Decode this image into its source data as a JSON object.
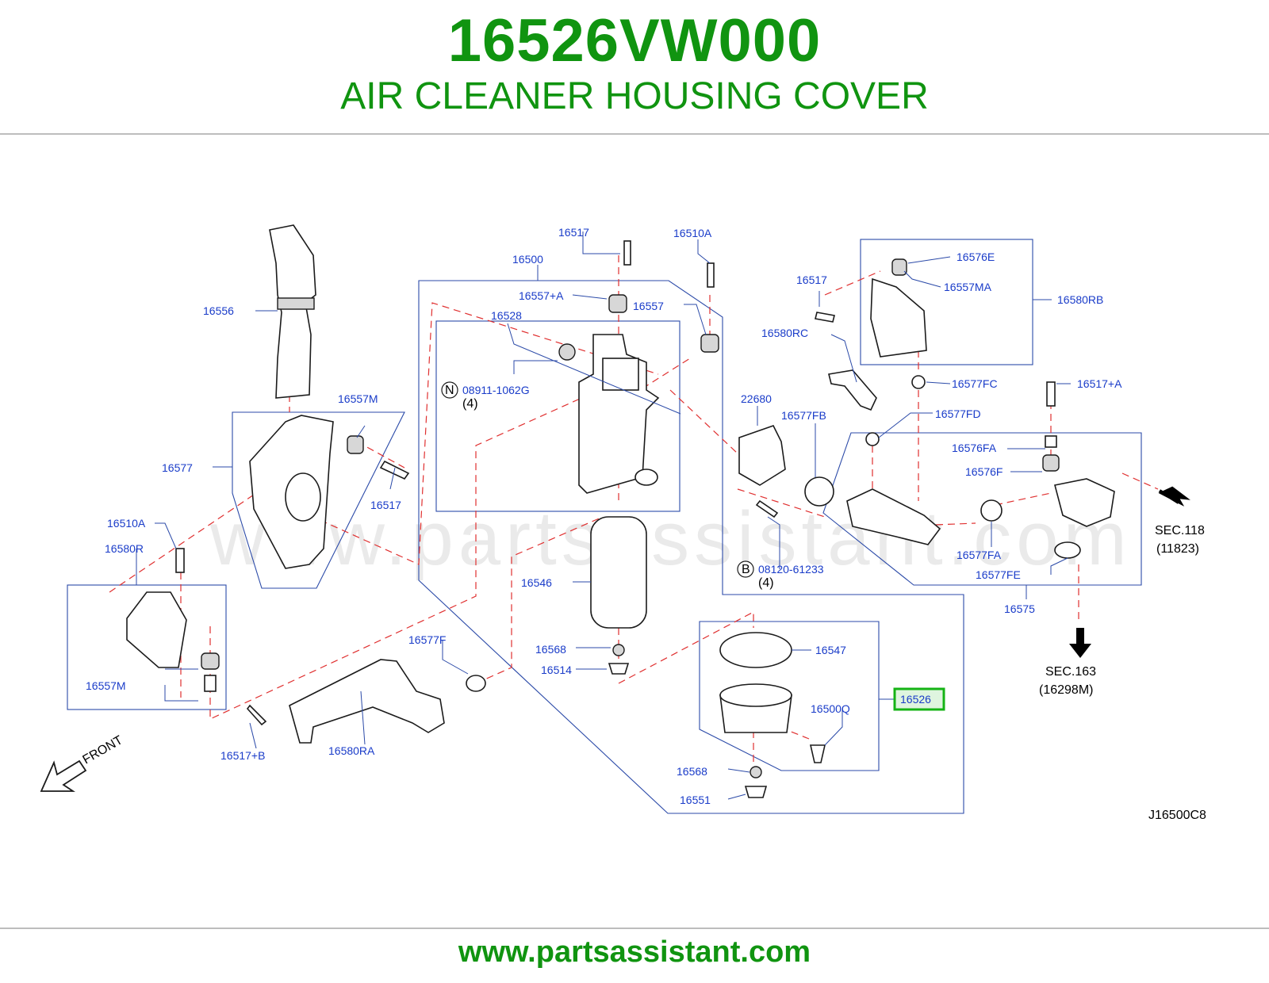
{
  "header": {
    "part_number": "16526VW000",
    "part_name": "AIR CLEANER HOUSING COVER"
  },
  "diagram": {
    "watermark": "www.partsassistant.com",
    "diagram_code": "J16500C8",
    "front_label": "FRONT",
    "highlighted_part": "16526",
    "callouts": {
      "c16556": "16556",
      "c16557M_top": "16557M",
      "c16577": "16577",
      "c16517_left": "16517",
      "c16510A_left": "16510A",
      "c16580R": "16580R",
      "c16557M_bottom": "16557M",
      "c16517B": "16517+B",
      "c16580RA": "16580RA",
      "c16577F": "16577F",
      "c16500": "16500",
      "c16517_top": "16517",
      "c16510A_top": "16510A",
      "c16557A": "16557+A",
      "c16557": "16557",
      "c16528": "16528",
      "c08911": "08911-1062G",
      "c08911_qty": "(4)",
      "c16546": "16546",
      "c16568_mid": "16568",
      "c16514": "16514",
      "c16547": "16547",
      "c16526": "16526",
      "c16500Q": "16500Q",
      "c16568_low": "16568",
      "c16551": "16551",
      "c16517_right": "16517",
      "c16576E": "16576E",
      "c16557MA": "16557MA",
      "c16580RB": "16580RB",
      "c16580RC": "16580RC",
      "c16577FC": "16577FC",
      "c16577FD": "16577FD",
      "c22680": "22680",
      "c16577FB": "16577FB",
      "c16517A": "16517+A",
      "c16576FA": "16576FA",
      "c16576F": "16576F",
      "c16577FA": "16577FA",
      "c16577FE": "16577FE",
      "c16575": "16575",
      "c08120": "08120-61233",
      "c08120_qty": "(4)",
      "sec118": "SEC.118",
      "sec118_ref": "(11823)",
      "sec163": "SEC.163",
      "sec163_ref": "(16298M)"
    },
    "symbols": {
      "n": "N",
      "b": "B"
    }
  },
  "footer": {
    "url": "www.partsassistant.com"
  },
  "colors": {
    "brand_green": "#109410",
    "callout_blue": "#1a3cc9",
    "leader_red": "#e03030",
    "highlight_green": "#15b315"
  }
}
